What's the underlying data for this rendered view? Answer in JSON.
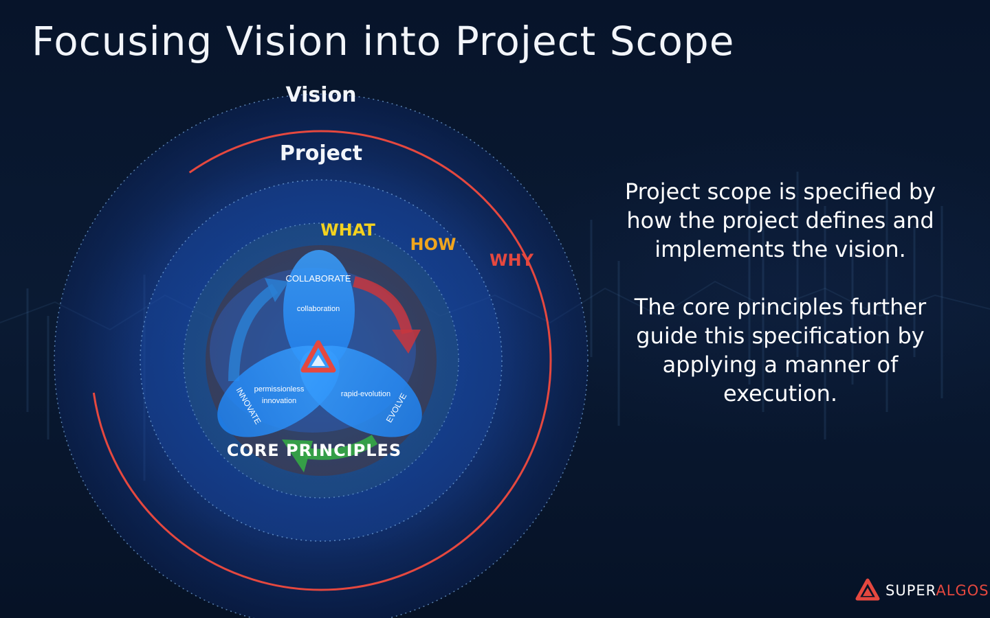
{
  "slide": {
    "title": "Focusing Vision into Project Scope"
  },
  "diagram": {
    "ring_labels": {
      "vision": "Vision",
      "project": "Project",
      "what": "WHAT",
      "how": "HOW",
      "why": "WHY",
      "core_principles": "CORE PRINCIPLES"
    },
    "petals": {
      "top": {
        "title": "COLLABORATE",
        "subtitle": "collaboration"
      },
      "left": {
        "title": "INNOVATE",
        "subtitle_line1": "permissionless",
        "subtitle_line2": "innovation"
      },
      "right": {
        "title": "EVOLVE",
        "subtitle": "rapid-evolution"
      }
    },
    "colors": {
      "what": "#f4d21f",
      "how": "#f0a51e",
      "why": "#e5483f",
      "project_ring": "#e5483f",
      "arrow_blue": "#2a7fd4",
      "arrow_red": "#c8363d",
      "arrow_green": "#35a845"
    }
  },
  "description": {
    "paragraph1": "Project scope is specified by how the project defines and implements the vision.",
    "paragraph2": "The core principles further guide this specification by applying a manner of execution."
  },
  "brand": {
    "icon": "superalgos-logo-icon",
    "name_part1": "SUPER",
    "name_part2": "ALGOS",
    "colors": {
      "white": "#ffffff",
      "red": "#e5483f"
    }
  }
}
